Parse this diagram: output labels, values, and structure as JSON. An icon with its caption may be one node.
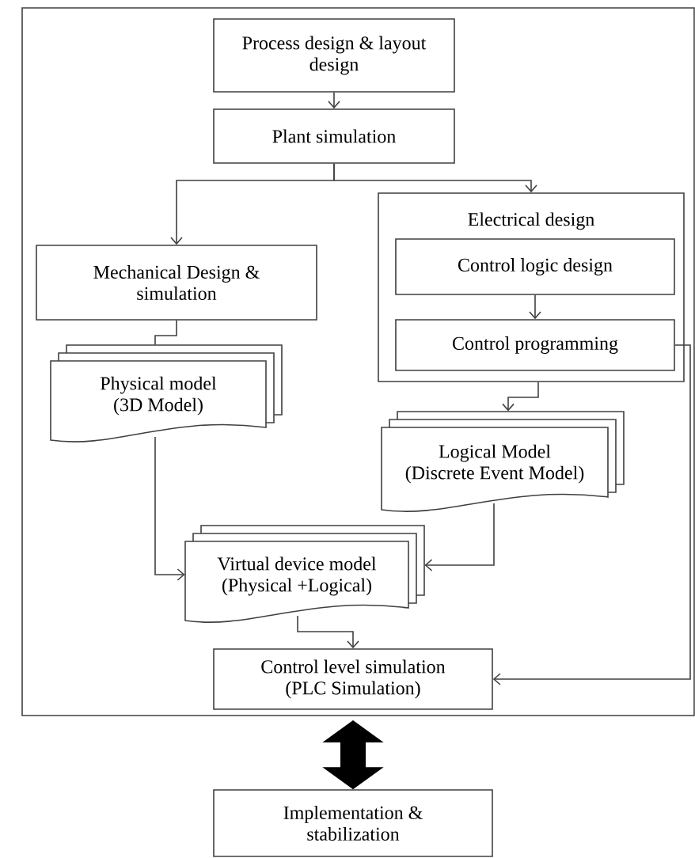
{
  "diagram": {
    "nodes": [
      {
        "text": [],
        "shape": "box"
      },
      {
        "text": [
          "Process design & layout design"
        ],
        "in": 0
      },
      {
        "text": [
          "Plant simulation"
        ],
        "in": 0
      },
      {
        "text": [
          "Mechanical Design & simulation"
        ],
        "in": 0
      },
      {
        "text": [
          "Electrical design"
        ],
        "in": 0
      },
      {
        "text": [
          "Control logic design"
        ],
        "in": 4
      },
      {
        "text": [
          "Control programming"
        ],
        "in": 4
      },
      {
        "text": [
          "Physical model",
          "(3D Model)"
        ],
        "in": 0
      },
      {
        "text": [
          "Logical Model",
          "(Discrete Event Model)"
        ],
        "in": 0
      },
      {
        "text": [
          "Virtual device model",
          "(Physical +Logical)"
        ],
        "in": 0
      },
      {
        "text": [
          "Control level simulation",
          "(PLC Simulation)"
        ],
        "in": 0
      },
      {
        "text": [
          "Implementation & stabilization"
        ]
      }
    ],
    "edges": [
      {
        "from": 1,
        "to": 2,
        "arrow": "to"
      },
      {
        "from": 2,
        "to": 3,
        "arrow": "to"
      },
      {
        "from": 2,
        "to": 4,
        "arrow": "to"
      },
      {
        "from": 5,
        "to": 6,
        "arrow": "to"
      },
      {
        "from": 3,
        "to": 7,
        "arrow": "none"
      },
      {
        "from": 4,
        "to": 8,
        "arrow": "to"
      },
      {
        "from": 7,
        "to": 9,
        "arrow": "to"
      },
      {
        "from": 8,
        "to": 9,
        "arrow": "to"
      },
      {
        "from": 9,
        "to": 10,
        "arrow": "to"
      },
      {
        "from": 6,
        "to": 10,
        "arrow": "to"
      },
      {
        "from": 10,
        "to": 11,
        "arrow": "both",
        "style": "thick"
      }
    ]
  }
}
